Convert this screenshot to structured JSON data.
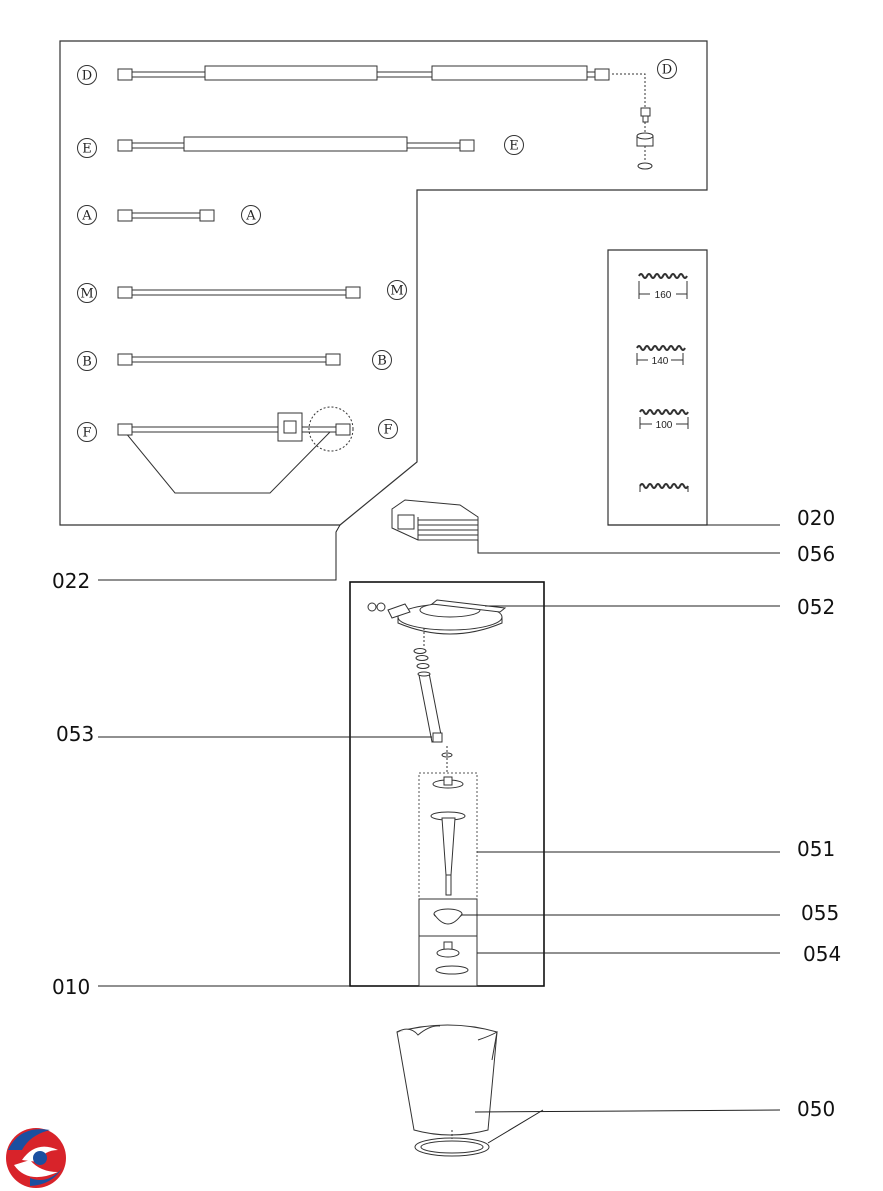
{
  "callouts": {
    "c020": "020",
    "c056": "056",
    "c022": "022",
    "c052": "052",
    "c053": "053",
    "c051": "051",
    "c055": "055",
    "c054": "054",
    "c010": "010",
    "c050": "050"
  },
  "tube_letters": {
    "d": "D",
    "e": "E",
    "a": "A",
    "m": "M",
    "b": "B",
    "f": "F"
  },
  "spring_dims": [
    "160",
    "140",
    "100"
  ],
  "colors": {
    "line": "#333333",
    "logo_red": "#d8232a",
    "logo_blue": "#1b4fa0"
  },
  "icons": {
    "logo": "brand-logo-icon"
  }
}
